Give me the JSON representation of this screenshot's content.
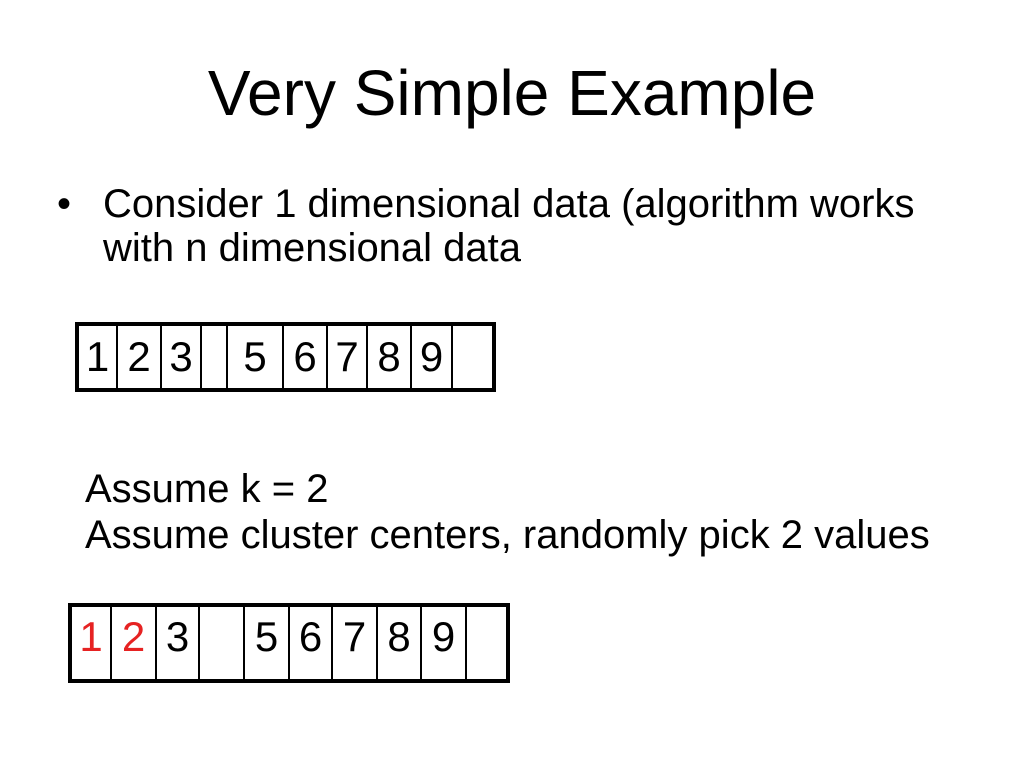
{
  "slide": {
    "title": "Very Simple Example",
    "bullet": {
      "marker": "•",
      "lines": [
        "Consider 1 dimensional data (algorithm works",
        "with n dimensional data"
      ]
    },
    "assume": {
      "lines": [
        "Assume k = 2",
        "Assume cluster centers, randomly pick 2 values"
      ]
    },
    "number_strips": {
      "initial": {
        "cells": [
          "1",
          "2",
          "3",
          "",
          "5",
          "6",
          "7",
          "8",
          "9",
          ""
        ]
      },
      "with_centers": {
        "cells": [
          "1",
          "2",
          "3",
          "",
          "5",
          "6",
          "7",
          "8",
          "9",
          ""
        ],
        "highlighted_indices": [
          0,
          1
        ]
      }
    },
    "colors": {
      "background": "#ffffff",
      "text": "#000000",
      "table_border": "#000000",
      "cluster_center_red": "#e62222"
    }
  }
}
